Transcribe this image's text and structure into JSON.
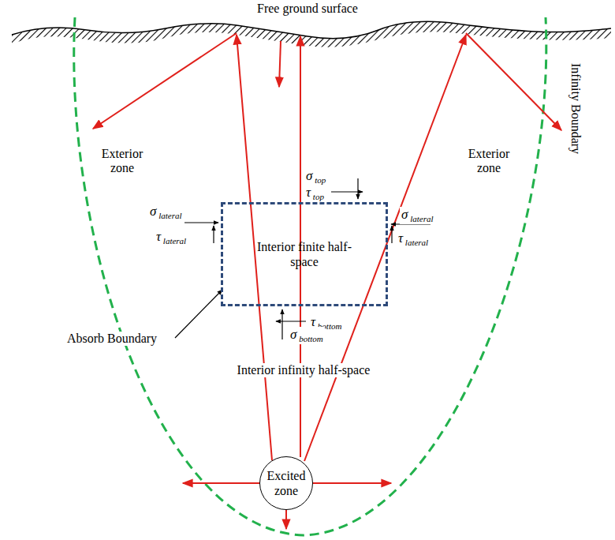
{
  "diagram": {
    "nodes": [
      {
        "text": [
          "Interior finite half-space"
        ]
      },
      {
        "text": [
          "Excited zone"
        ]
      }
    ],
    "labels": [
      "Free ground surface",
      "Exterior zone",
      "Exterior zone",
      "Infinity Boundary",
      "σ top",
      "τ top",
      "σ lateral",
      "τ lateral",
      "σ lateral",
      "τ lateral",
      "τ bottom",
      "σ bottom",
      "Absorb Boundary",
      "Interior infinity half-space"
    ]
  }
}
